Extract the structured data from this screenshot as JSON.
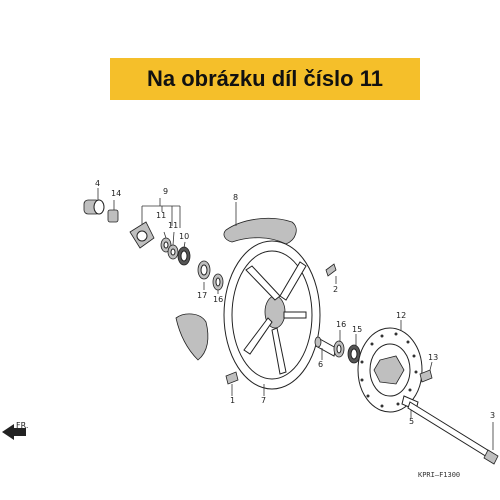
{
  "banner": {
    "text": "Na obrázku díl číslo 11"
  },
  "callouts": {
    "p1": "1",
    "p2": "2",
    "p3": "3",
    "p4": "4",
    "p5": "5",
    "p6": "6",
    "p7": "7",
    "p8": "8",
    "p9": "9",
    "p10": "10",
    "p11a": "11",
    "p11b": "11",
    "p12": "12",
    "p13": "13",
    "p14": "14",
    "p15": "15",
    "p16a": "16",
    "p16b": "16",
    "p17": "17"
  },
  "direction_label": "FR.",
  "diagram_code": "KPRI–F1300"
}
